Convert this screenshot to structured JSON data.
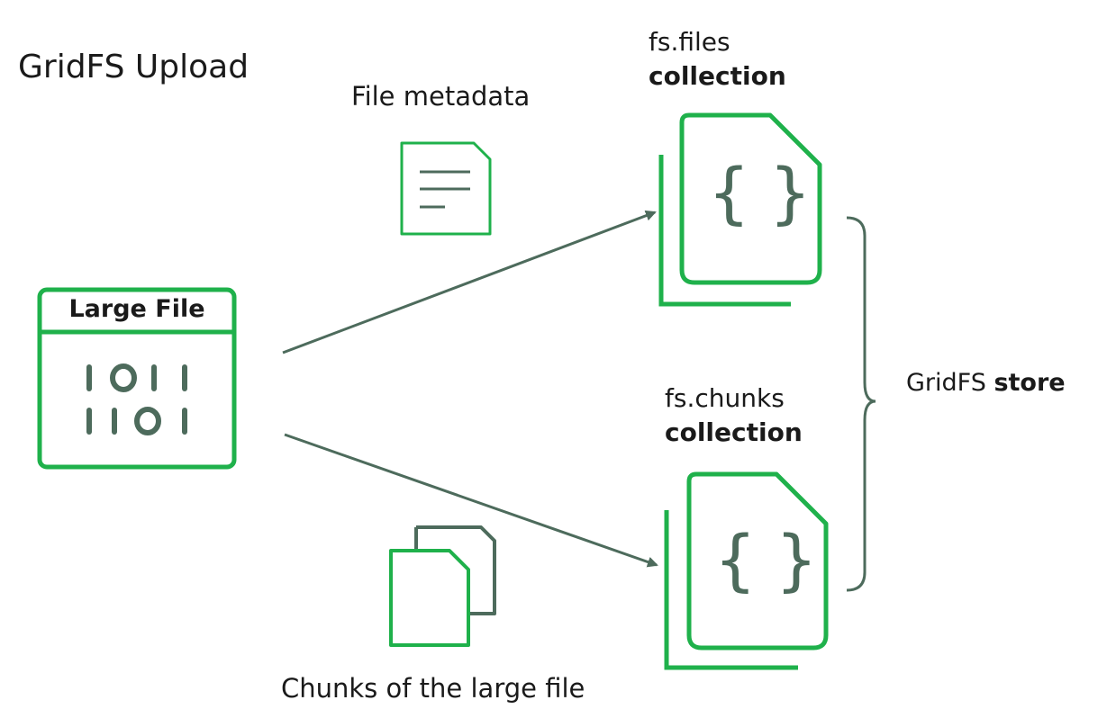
{
  "title": "GridFS Upload",
  "file_metadata_label": "File metadata",
  "chunks_label": "Chunks of the large file",
  "large_file": {
    "label": "Large File",
    "binary_row1": "1011",
    "binary_row2": "1101"
  },
  "fs_files": {
    "name": "fs.files",
    "kind": "collection"
  },
  "fs_chunks": {
    "name": "fs.chunks",
    "kind": "collection"
  },
  "store": {
    "prefix": "GridFS",
    "suffix": "store"
  },
  "colors": {
    "green": "#1fb14b",
    "dark_green": "#4d6b5c",
    "arrow": "#4d6b5c",
    "text": "#1a1a1a"
  }
}
